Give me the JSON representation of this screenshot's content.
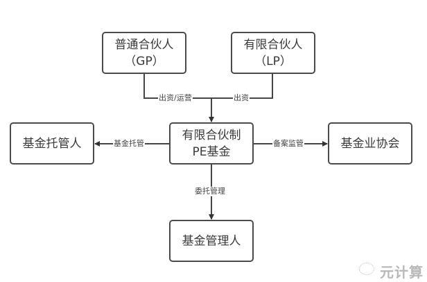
{
  "diagram": {
    "nodes": {
      "gp": {
        "line1": "普通合伙人",
        "line2": "（GP）"
      },
      "lp": {
        "line1": "有限合伙人",
        "line2": "（LP）"
      },
      "pe": {
        "line1": "有限合伙制",
        "line2": "PE基金"
      },
      "custodian": {
        "label": "基金托管人"
      },
      "association": {
        "label": "基金业协会"
      },
      "manager": {
        "label": "基金管理人"
      }
    },
    "edges": {
      "gp_to_pe": "出资/运营",
      "lp_to_pe": "出资",
      "pe_to_custodian": "基金托管",
      "pe_to_association": "备案监管",
      "pe_to_manager": "委托管理"
    }
  },
  "watermark": {
    "text": "元计算"
  }
}
